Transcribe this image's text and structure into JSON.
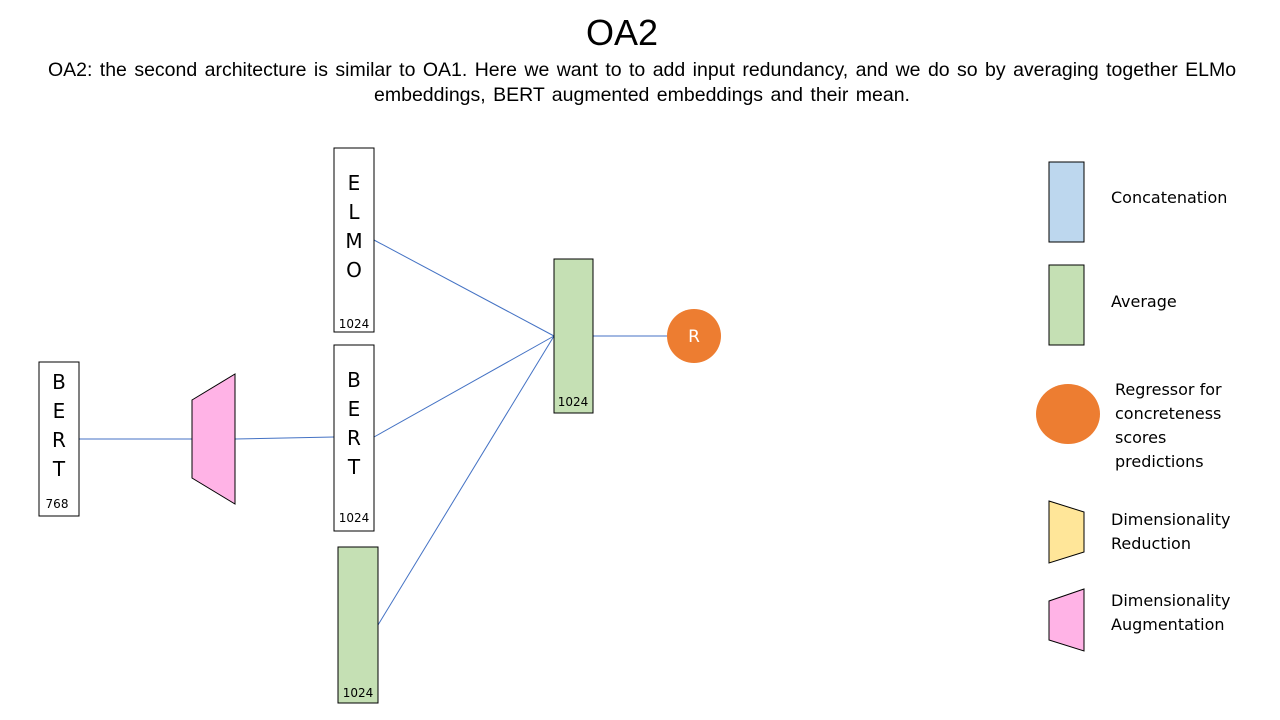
{
  "title": "OA2",
  "description": "OA2: the second architecture is similar to OA1. Here we want to to add input redundancy,  and we do so by averaging together ELMo embeddings,  BERT augmented  embeddings  and their mean.",
  "colors": {
    "concatenation": "#BDD7EE",
    "average": "#C5E0B4",
    "regressor": "#ED7D31",
    "reduction": "#FFE699",
    "augmentation": "#FFB3E6",
    "edge": "#4472C4"
  },
  "nodes": {
    "bert_input": {
      "letters": [
        "B",
        "E",
        "R",
        "T"
      ],
      "dim": "768"
    },
    "augmentation_block": {
      "kind": "Dimensionality Augmentation"
    },
    "elmo": {
      "letters": [
        "E",
        "L",
        "M",
        "O"
      ],
      "dim": "1024"
    },
    "bert_augmented": {
      "letters": [
        "B",
        "E",
        "R",
        "T"
      ],
      "dim": "1024"
    },
    "mean": {
      "dim": "1024"
    },
    "average_out": {
      "dim": "1024"
    },
    "regressor": {
      "label": "R"
    }
  },
  "legend": {
    "concatenation": "Concatenation",
    "average": "Average",
    "regressor_lines": [
      "Regressor for",
      "concreteness",
      "scores",
      "predictions"
    ],
    "reduction_lines": [
      "Dimensionality",
      "Reduction"
    ],
    "augmentation_lines": [
      "Dimensionality",
      "Augmentation"
    ]
  }
}
